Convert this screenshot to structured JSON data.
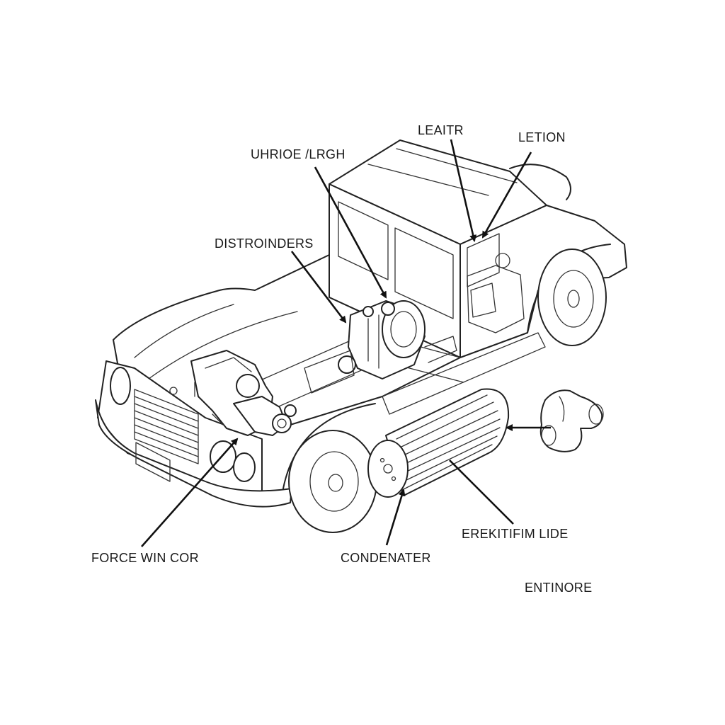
{
  "diagram": {
    "labels": {
      "uhrioe": "UHRIOE /LRGH",
      "leaitr": "LEAITR",
      "letion": "LETION",
      "distroinders": "DISTROINDERS",
      "force": "FORCE WIN COR",
      "condenater": "CONDENATER",
      "erekitifim": "EREKITIFIM LIDE",
      "entinore": "ENTINORE"
    },
    "colors": {
      "line": "#222222",
      "background": "#ffffff"
    },
    "icons": [
      "truck-drawing",
      "compressor",
      "engine-block",
      "condenser-cylinder",
      "fitting-part"
    ]
  }
}
